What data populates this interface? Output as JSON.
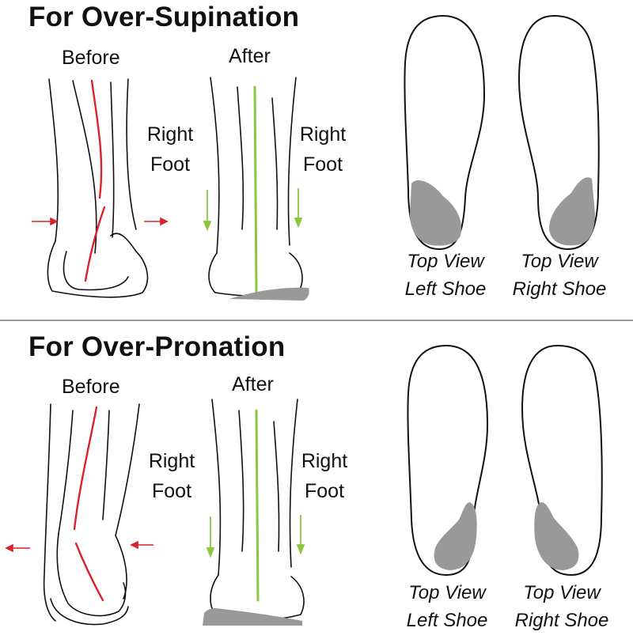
{
  "sections": [
    {
      "title": "For Over-Supination",
      "before_label": "Before",
      "after_label": "After",
      "foot_label_line1": "Right",
      "foot_label_line2": "Foot",
      "shoe_left_line1": "Top View",
      "shoe_left_line2": "Left Shoe",
      "shoe_right_line1": "Top View",
      "shoe_right_line2": "Right Shoe"
    },
    {
      "title": "For Over-Pronation",
      "before_label": "Before",
      "after_label": "After",
      "foot_label_line1": "Right",
      "foot_label_line2": "Foot",
      "shoe_left_line1": "Top View",
      "shoe_left_line2": "Left Shoe",
      "shoe_right_line1": "Top View",
      "shoe_right_line2": "Right Shoe"
    }
  ],
  "colors": {
    "outline": "#111111",
    "misalignment_line": "#d9232d",
    "alignment_line": "#8cc63f",
    "insert_fill": "#999999"
  }
}
